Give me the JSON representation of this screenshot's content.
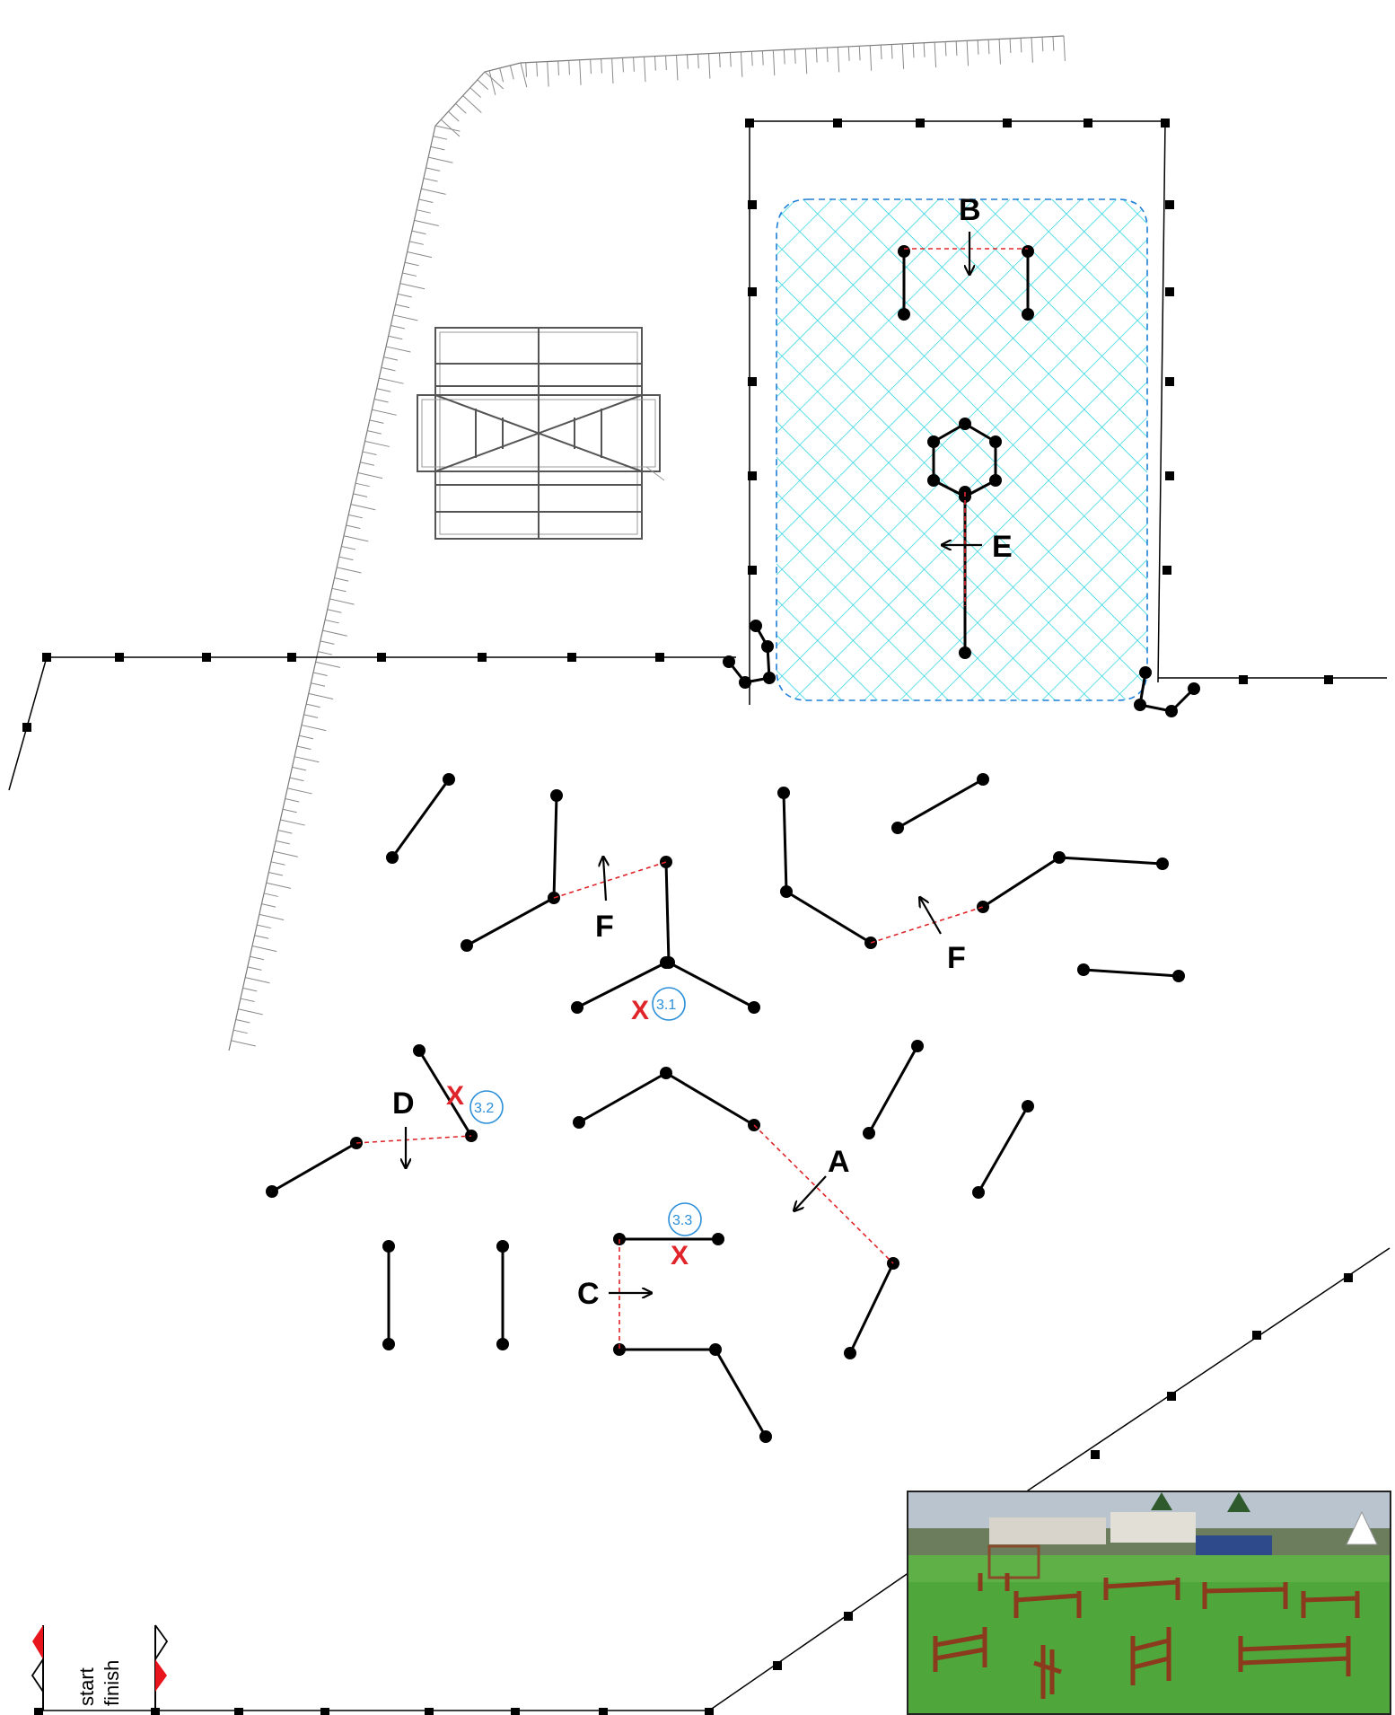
{
  "obstacle_labels": {
    "A": "A",
    "B": "B",
    "C": "C",
    "D": "D",
    "E": "E",
    "F1": "F",
    "F2": "F"
  },
  "markers": {
    "m1": "3.1",
    "m2": "3.2",
    "m3": "3.3",
    "cross": "X"
  },
  "legend": {
    "start": "start",
    "finish": "finish"
  },
  "colors": {
    "arena_fill": "#00c8d8",
    "arena_border": "#1e7fd6",
    "dashed_line": "#e0252a",
    "marker_circle": "#2b8fd9",
    "flag": "#e8161c"
  },
  "photo": {
    "description_icon": "photo-of-fence-obstacle-course"
  }
}
